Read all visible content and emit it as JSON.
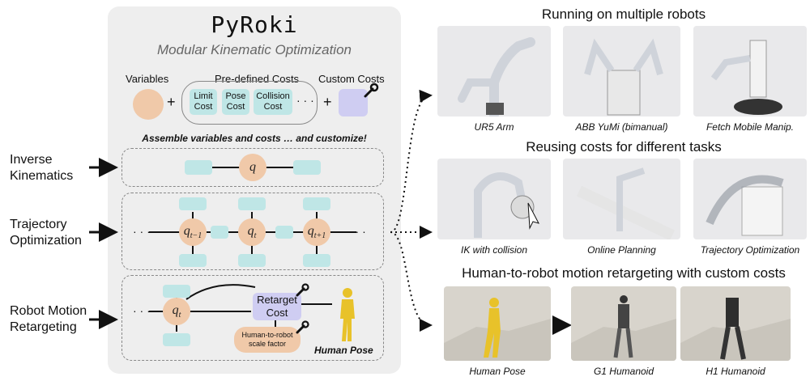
{
  "panel": {
    "title": "PyRoki",
    "subtitle": "Modular Kinematic Optimization",
    "variables_label": "Variables",
    "predefined_label": "Pre-defined Costs",
    "custom_label": "Custom Costs",
    "costs": [
      "Limit\nCost",
      "Pose\nCost",
      "Collision\nCost"
    ],
    "plus": "+",
    "ellipsis": "· · ·",
    "assemble": "Assemble variables and costs … and customize!"
  },
  "rows": [
    {
      "label": "Inverse\nKinematics"
    },
    {
      "label": "Trajectory\nOptimization"
    },
    {
      "label": "Robot Motion\nRetargeting"
    }
  ],
  "nodes": {
    "ik": "q",
    "traj": [
      "q_{t-1}",
      "q_t",
      "q_{t+1}"
    ],
    "retarget": "q_t"
  },
  "retarget": {
    "cost": "Retarget\nCost",
    "scale": "Human-to-robot\nscale factor",
    "human_pose": "Human Pose"
  },
  "right": {
    "sections": [
      {
        "title": "Running on multiple robots",
        "captions": [
          "UR5 Arm",
          "ABB YuMi (bimanual)",
          "Fetch Mobile Manip."
        ]
      },
      {
        "title": "Reusing costs for different tasks",
        "captions": [
          "IK with collision",
          "Online Planning",
          "Trajectory Optimization"
        ]
      },
      {
        "title": "Human-to-robot motion retargeting with custom costs",
        "captions": [
          "Human Pose",
          "G1 Humanoid",
          "H1 Humanoid"
        ]
      }
    ]
  },
  "colors": {
    "panel": "#eeeeee",
    "variable": "#f0c9a9",
    "cost": "#bfe6e6",
    "custom": "#cfcdf2",
    "robot_gray": "#cfd3da",
    "human_gold": "#e8c22a"
  }
}
